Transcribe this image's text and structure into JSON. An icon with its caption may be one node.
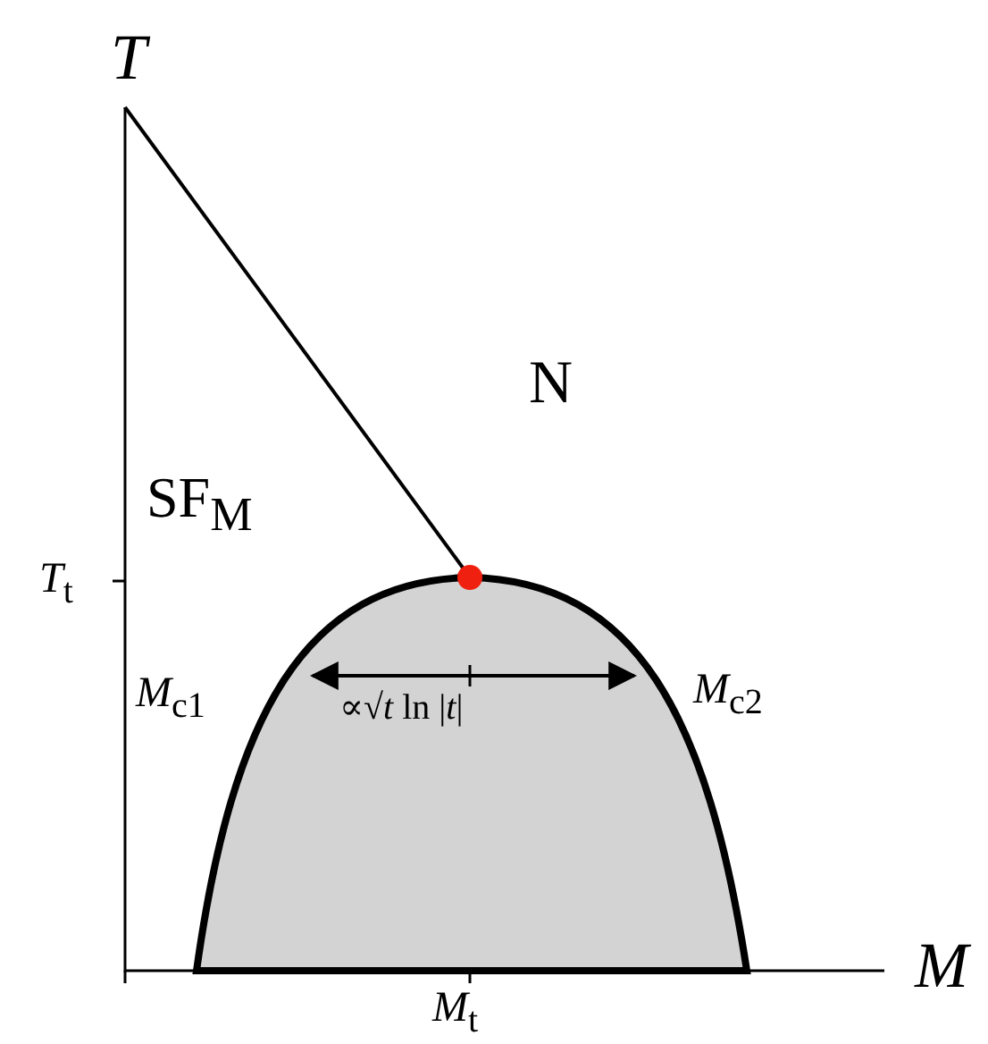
{
  "diagram": {
    "labels": [
      "*T*",
      "N",
      "SF$_{M}$",
      "*T*$_{t}$",
      "*M*$_{c1}$",
      "∝√*t* ln |*t*|",
      "*M*$_{c2}$",
      "*M*",
      "*M*$_{t}$"
    ]
  }
}
